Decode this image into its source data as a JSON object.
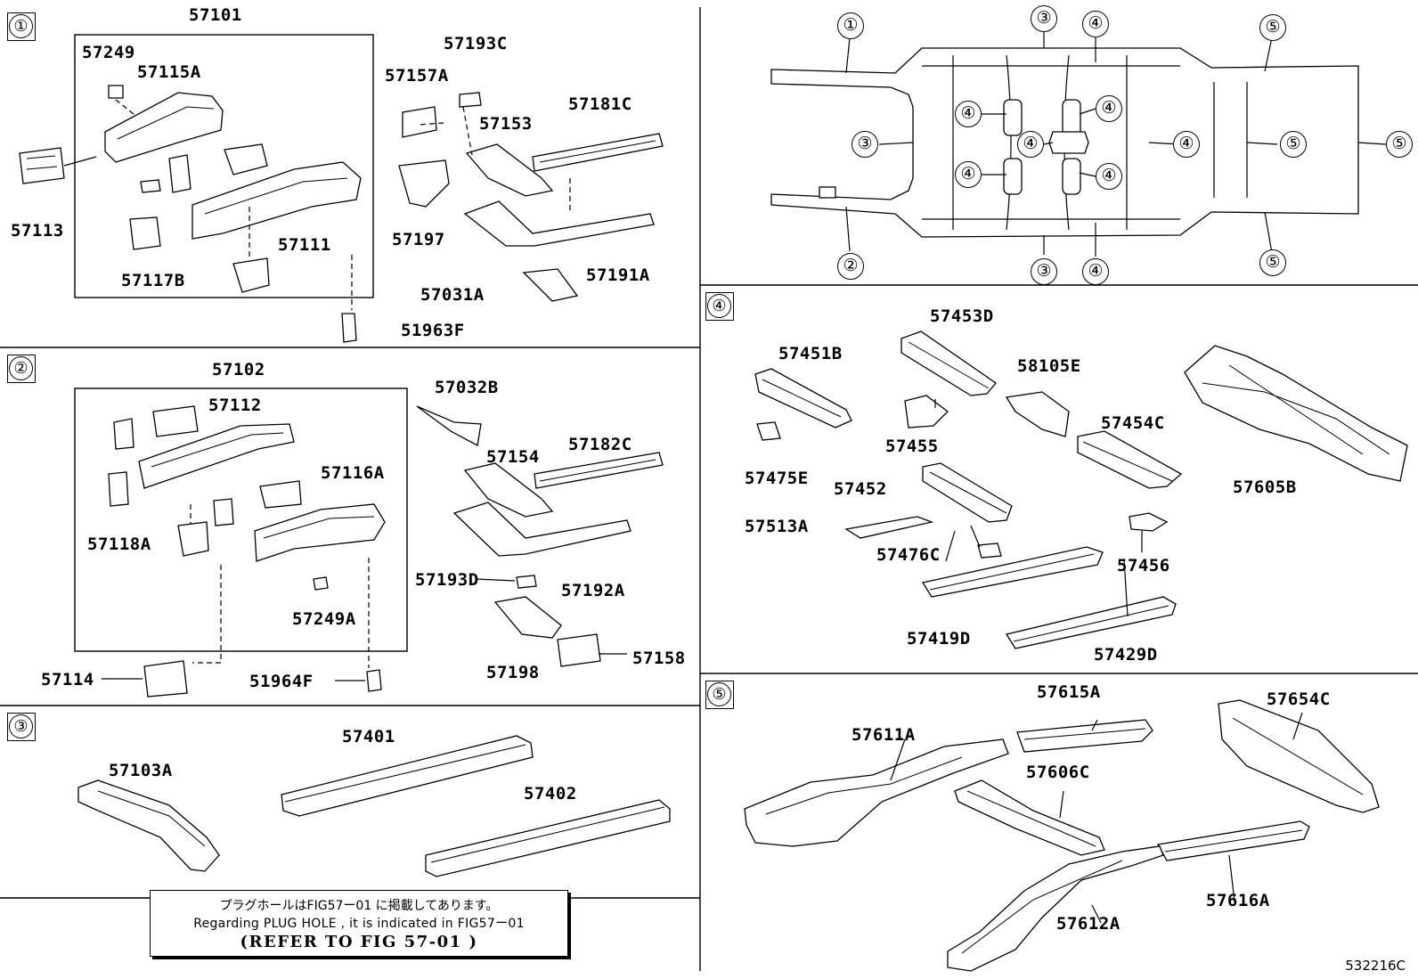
{
  "sections": {
    "s1": "①",
    "s2": "②",
    "s3": "③",
    "s4": "④",
    "s5": "⑤"
  },
  "parts": {
    "p57101": "57101",
    "p57249": "57249",
    "p57115A": "57115A",
    "p57113": "57113",
    "p57111": "57111",
    "p57117B": "57117B",
    "p51963F": "51963F",
    "p57193C": "57193C",
    "p57157A": "57157A",
    "p57153": "57153",
    "p57181C": "57181C",
    "p57197": "57197",
    "p57191A": "57191A",
    "p57031A": "57031A",
    "p57102": "57102",
    "p57112": "57112",
    "p57116A": "57116A",
    "p57118A": "57118A",
    "p57249A": "57249A",
    "p57114": "57114",
    "p51964F": "51964F",
    "p57032B": "57032B",
    "p57154": "57154",
    "p57182C": "57182C",
    "p57193D": "57193D",
    "p57192A": "57192A",
    "p57198": "57198",
    "p57158": "57158",
    "p57103A": "57103A",
    "p57401": "57401",
    "p57402": "57402",
    "p57453D": "57453D",
    "p57451B": "57451B",
    "p58105E": "58105E",
    "p57455": "57455",
    "p57454C": "57454C",
    "p57475E": "57475E",
    "p57452": "57452",
    "p57605B": "57605B",
    "p57513A": "57513A",
    "p57476C": "57476C",
    "p57456": "57456",
    "p57419D": "57419D",
    "p57429D": "57429D",
    "p57615A": "57615A",
    "p57654C": "57654C",
    "p57611A": "57611A",
    "p57606C": "57606C",
    "p57616A": "57616A",
    "p57612A": "57612A"
  },
  "overview_callouts": [
    "①",
    "②",
    "③",
    "③",
    "③",
    "④",
    "④",
    "④",
    "④",
    "④",
    "④",
    "④",
    "④",
    "⑤",
    "⑤",
    "⑤",
    "⑤"
  ],
  "note": {
    "line1": "プラグホールはFIG57ー01 に掲載してあります。",
    "line2": "Regarding  PLUG HOLE , it is indicated in  FIG57ー01",
    "line3": "(REFER TO FIG  57-01     )"
  },
  "figure_code": "532216C"
}
